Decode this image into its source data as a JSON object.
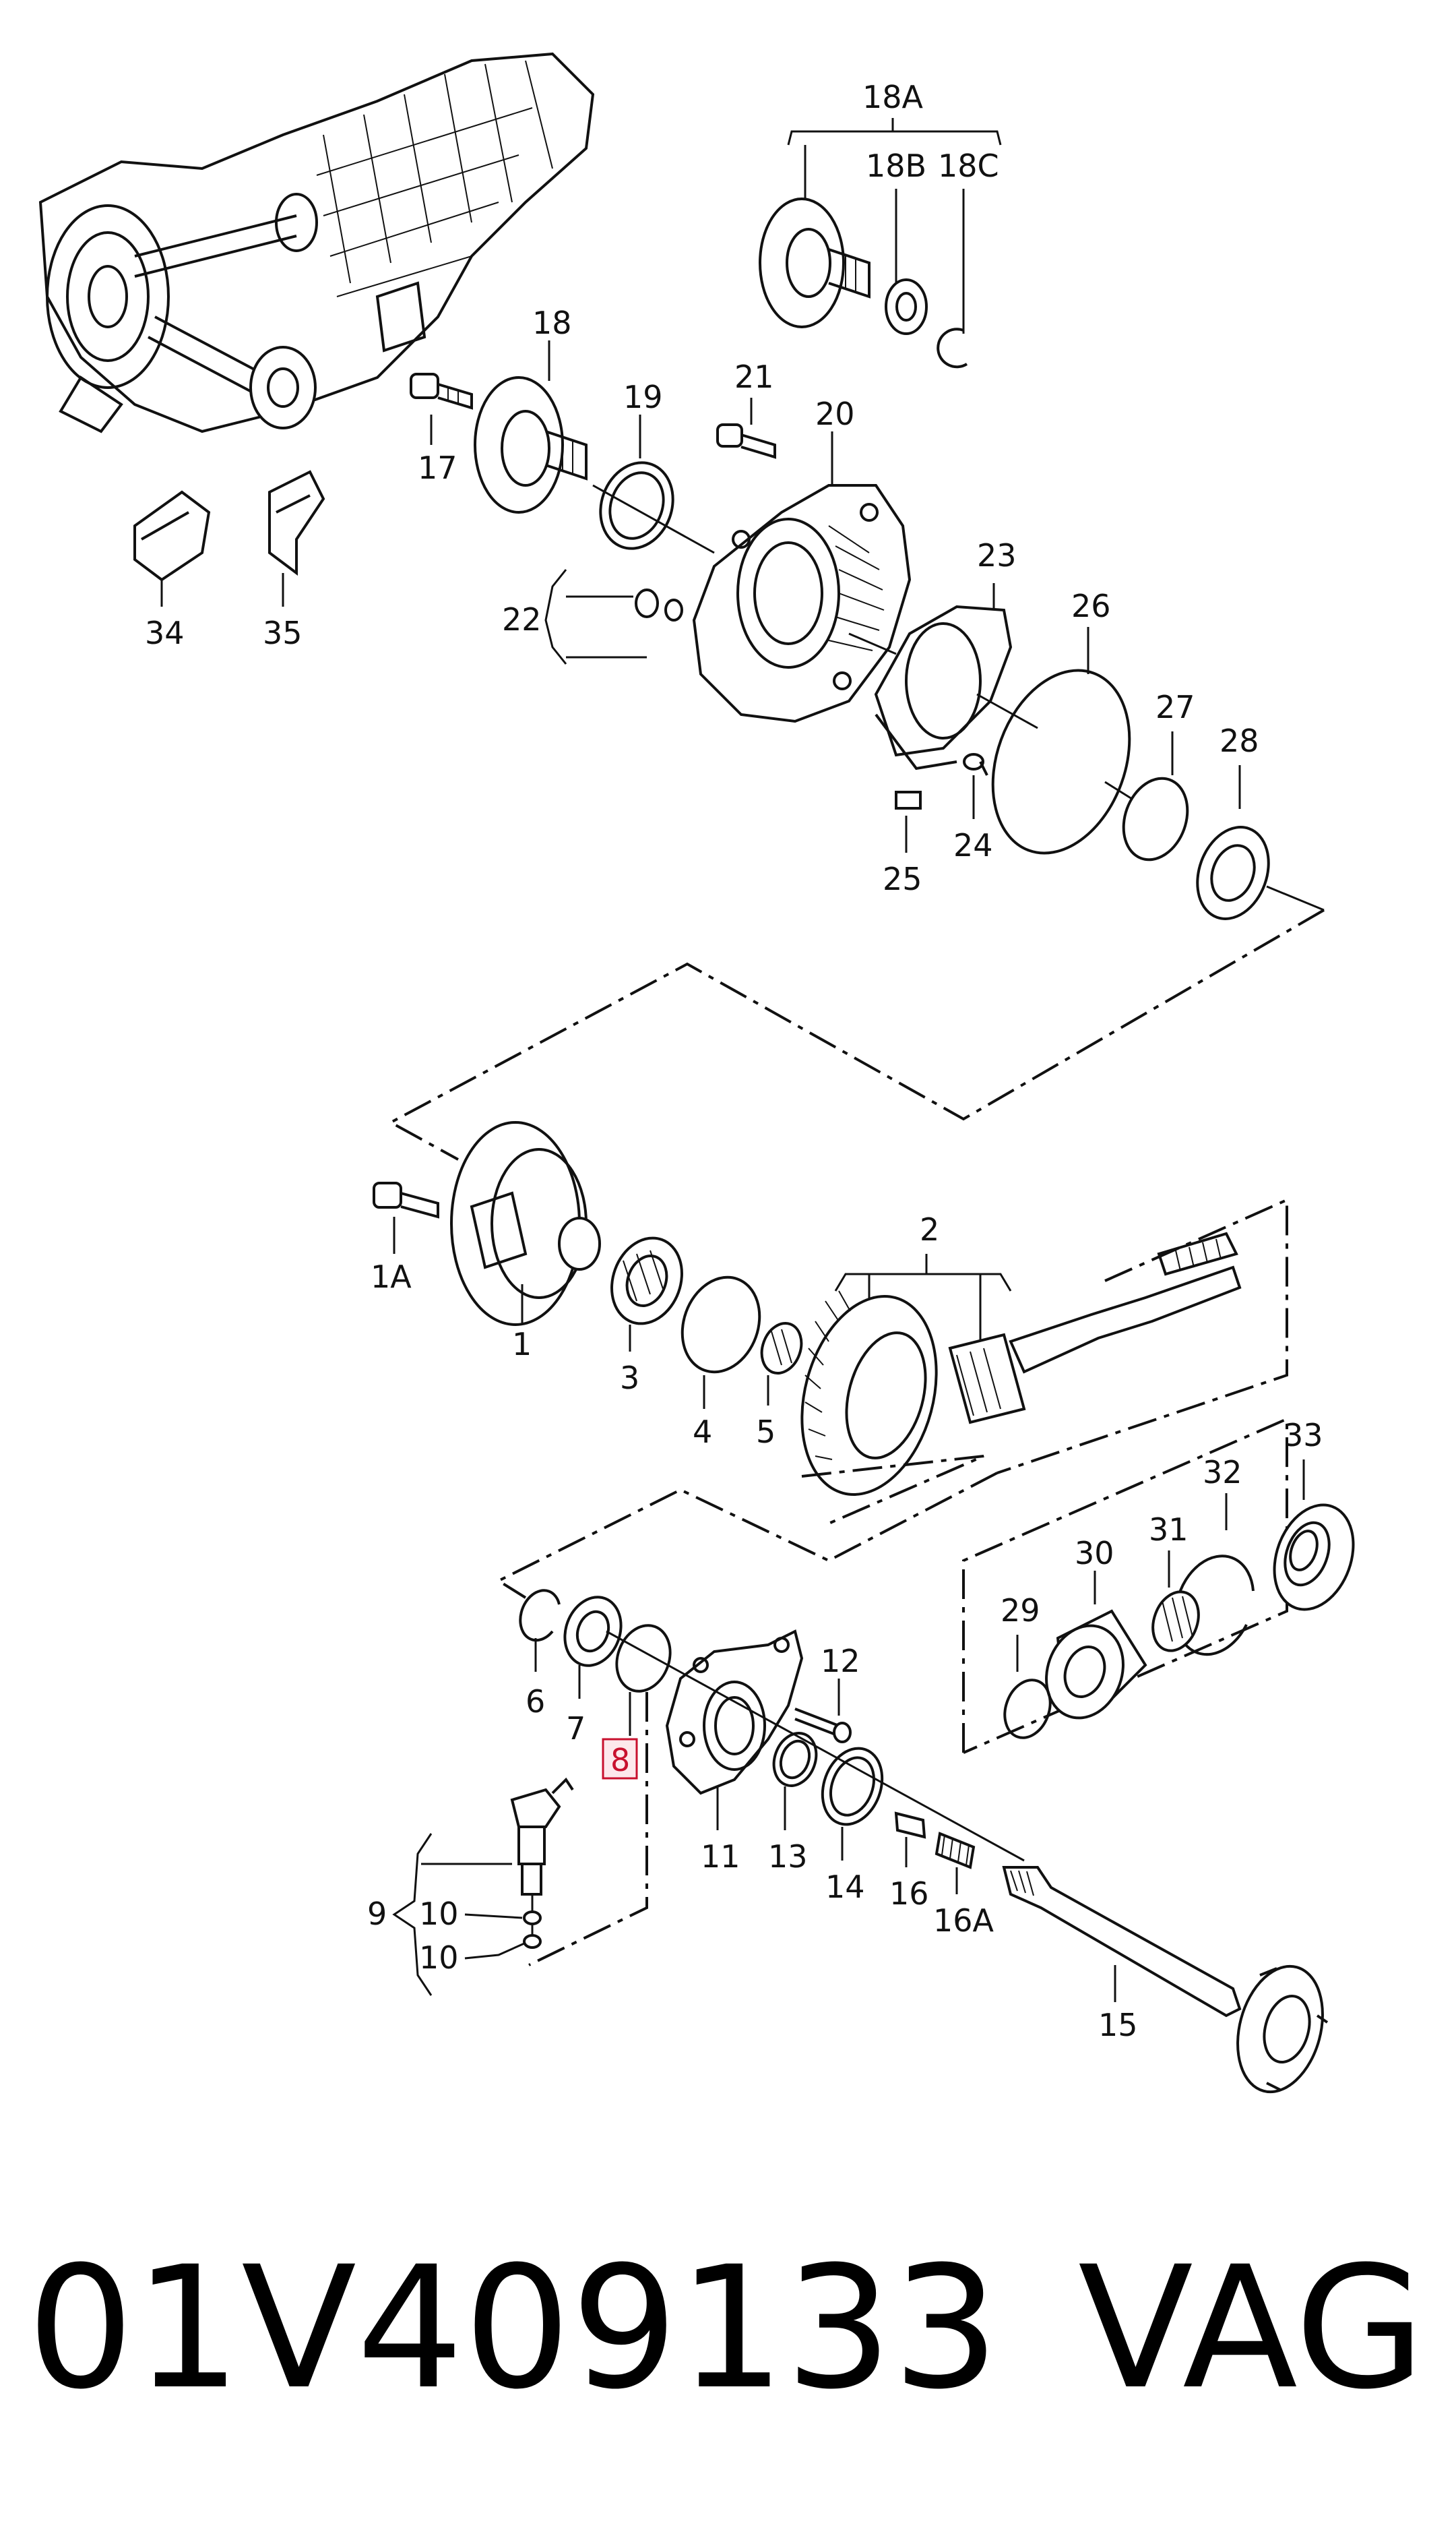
{
  "labels": {
    "l18A": "18A",
    "l18B": "18B",
    "l18C": "18C",
    "l18": "18",
    "l19": "19",
    "l21": "21",
    "l20": "20",
    "l17": "17",
    "l22": "22",
    "l23": "23",
    "l26": "26",
    "l27": "27",
    "l28": "28",
    "l24": "24",
    "l25": "25",
    "l34": "34",
    "l35": "35",
    "l2": "2",
    "l1A": "1A",
    "l1": "1",
    "l3": "3",
    "l4": "4",
    "l5": "5",
    "l33": "33",
    "l32": "32",
    "l30": "30",
    "l31": "31",
    "l29": "29",
    "l12": "12",
    "l6": "6",
    "l7": "7",
    "l8": "8",
    "l11": "11",
    "l13": "13",
    "l14": "14",
    "l16": "16",
    "l16A": "16A",
    "l15": "15",
    "l9": "9",
    "l10a": "10",
    "l10b": "10"
  },
  "caption": {
    "part_number": "01V409133",
    "brand": "VAG"
  },
  "colors": {
    "line": "#111111",
    "highlight": "#c8102e",
    "background": "#ffffff"
  }
}
